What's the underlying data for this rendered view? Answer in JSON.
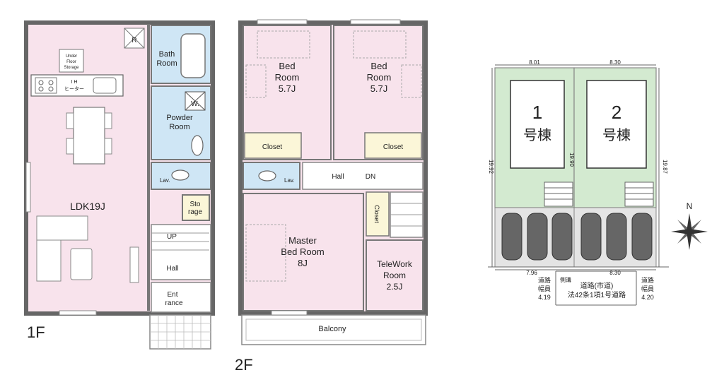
{
  "floor1": {
    "label": "1F",
    "rooms": {
      "bath": [
        "Bath",
        "Room"
      ],
      "powder": [
        "Powder",
        "Room"
      ],
      "w_mark": "W.",
      "ldk": "LDK19J",
      "storage": [
        "Sto",
        "rage"
      ],
      "underfloor": [
        "Under",
        "Floor",
        "Storage"
      ],
      "ih": [
        "I H",
        "ヒーター"
      ],
      "lav": "Lav.",
      "up": "UP",
      "hall": "Hall",
      "entrance": [
        "Ent",
        "rance"
      ],
      "r_mark": "R"
    }
  },
  "floor2": {
    "label": "2F",
    "rooms": {
      "bed1": [
        "Bed",
        "Room",
        "5.7J"
      ],
      "bed2": [
        "Bed",
        "Room",
        "5.7J"
      ],
      "closet": "Closet",
      "lav": "Lav.",
      "hall": "Hall",
      "dn": "DN",
      "master": [
        "Master",
        "Bed Room",
        "8J"
      ],
      "telework": [
        "TeleWork",
        "Room",
        "2.5J"
      ],
      "balcony": "Balcony"
    }
  },
  "site": {
    "lots": [
      {
        "num": "1",
        "name": "号棟"
      },
      {
        "num": "2",
        "name": "号棟"
      }
    ],
    "dims": {
      "top1": "8.01",
      "top2": "8.30",
      "left": "19.92",
      "mid": "19.90",
      "right": "19.87",
      "bot1": "7.96",
      "bot2": "8.30"
    },
    "road": {
      "width_label": [
        "道路",
        "幅員"
      ],
      "width_left": "4.19",
      "width_right": "4.20",
      "gutter": "側溝",
      "name": "道路(市道)",
      "law": "法42条1項1号道路"
    },
    "north": "N",
    "colors": {
      "lot": "#d3ead0",
      "parking": "#e4e4e4",
      "room_pink": "#f8e3ec",
      "room_blue": "#cfe6f5",
      "closet": "#fbf6d8"
    }
  }
}
